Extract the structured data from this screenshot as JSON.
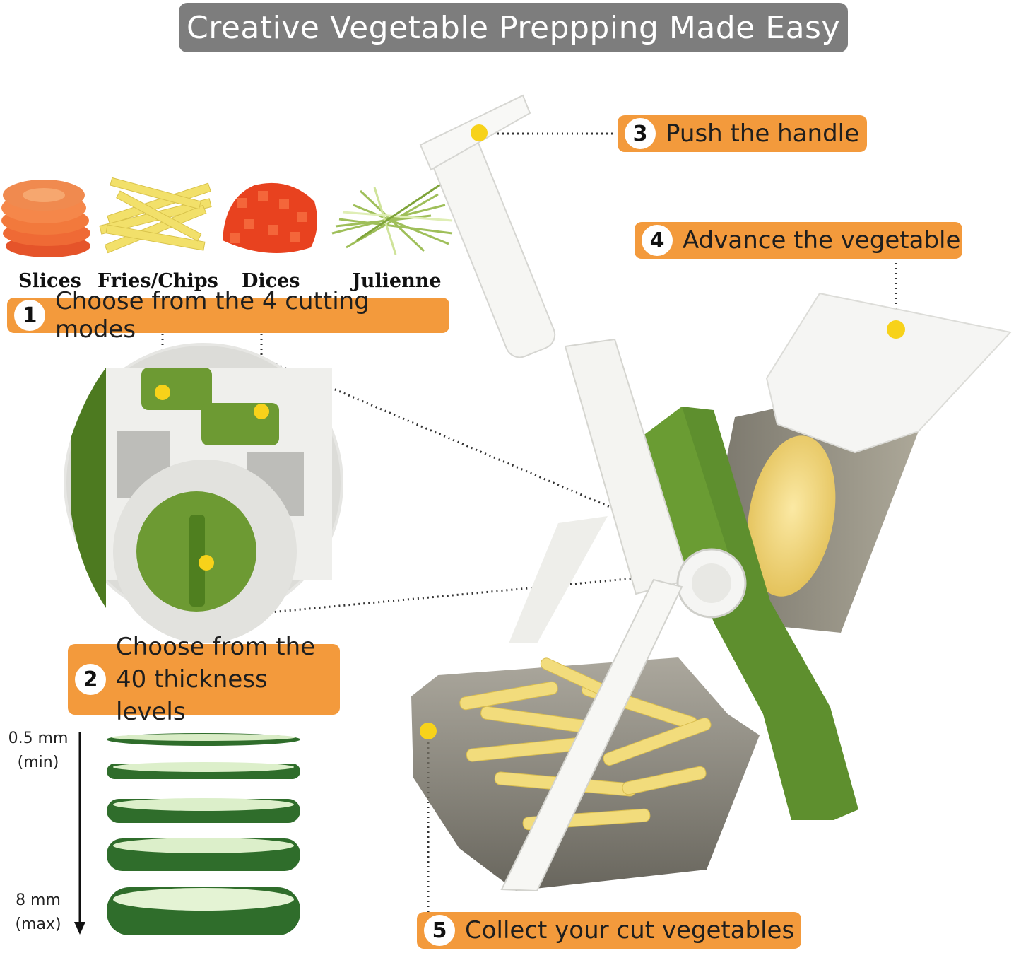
{
  "title": "Creative Vegetable Preppping Made Easy",
  "steps": [
    {
      "num": "1",
      "text": "Choose from the 4 cutting modes"
    },
    {
      "num": "2",
      "line1": "Choose from the",
      "line2": "40 thickness levels"
    },
    {
      "num": "3",
      "text": "Push the handle"
    },
    {
      "num": "4",
      "text": "Advance the vegetable"
    },
    {
      "num": "5",
      "text": "Collect your cut vegetables"
    }
  ],
  "modes": [
    "Slices",
    "Fries/Chips",
    "Dices",
    "Julienne"
  ],
  "thickness": {
    "min_value": "0.5 mm",
    "min_note": "(min)",
    "max_value": "8 mm",
    "max_note": "(max)"
  },
  "colors": {
    "title_bg": "#7d7d7d",
    "step_bg": "#f39a3c",
    "device_green": "#5e8f2e",
    "marker_yellow": "#f7d21a"
  }
}
